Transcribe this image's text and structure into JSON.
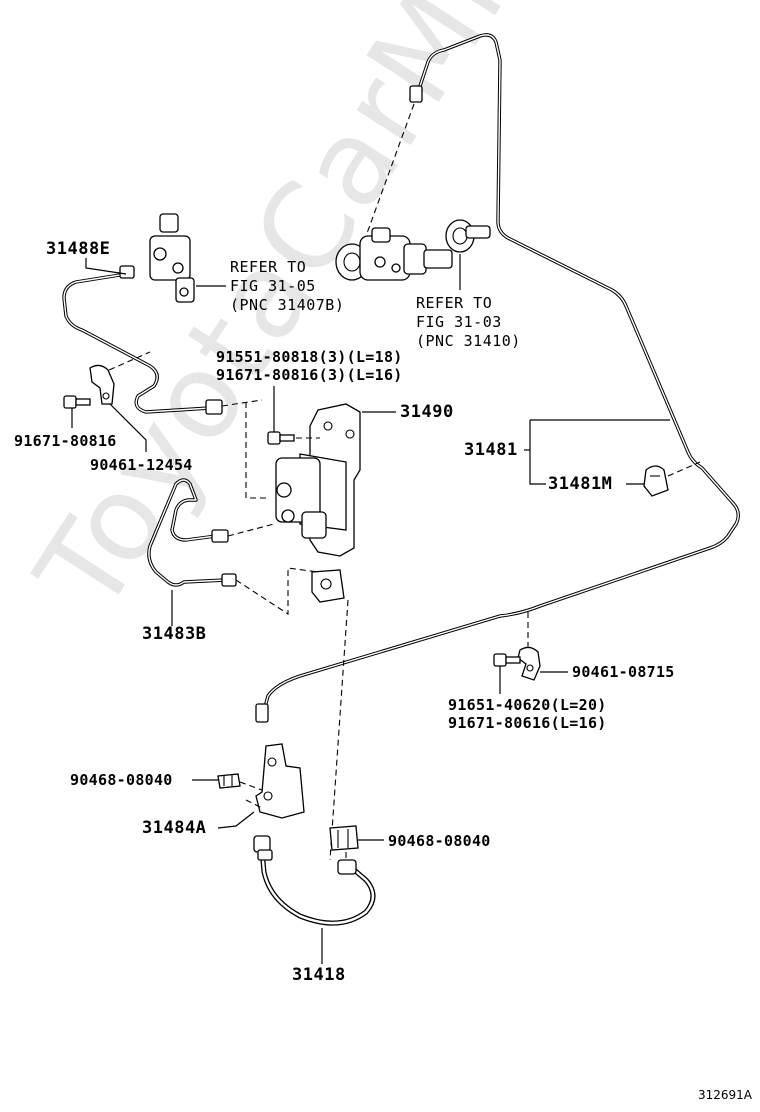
{
  "watermark": "ToyotaCarMine.ru",
  "diagram_code": "312691A",
  "labels": {
    "p31488E": "31488E",
    "refer_a_1": "REFER TO",
    "refer_a_2": "FIG 31-05",
    "refer_a_3": "(PNC 31407B)",
    "refer_b_1": "REFER TO",
    "refer_b_2": "FIG 31-03",
    "refer_b_3": "(PNC 31410)",
    "p91551": "91551-80818",
    "p91551_qty": "(3)",
    "p91551_len": "(L=18)",
    "p91671_80816_3": "91671-80816",
    "p91671_80816_3_qty": "(3)",
    "p91671_80816_3_len": "(L=16)",
    "p31490": "31490",
    "p91671_80816": "91671-80816",
    "p90461_12454": "90461-12454",
    "p31481": "31481",
    "p31481M": "31481M",
    "p31483B": "31483B",
    "p90461_08715": "90461-08715",
    "p91651": "91651-40620",
    "p91651_len": "(L=20)",
    "p91671_80616": "91671-80616",
    "p91671_80616_len": "(L=16)",
    "p90468_a": "90468-08040",
    "p31484A": "31484A",
    "p90468_b": "90468-08040",
    "p31418": "31418"
  }
}
